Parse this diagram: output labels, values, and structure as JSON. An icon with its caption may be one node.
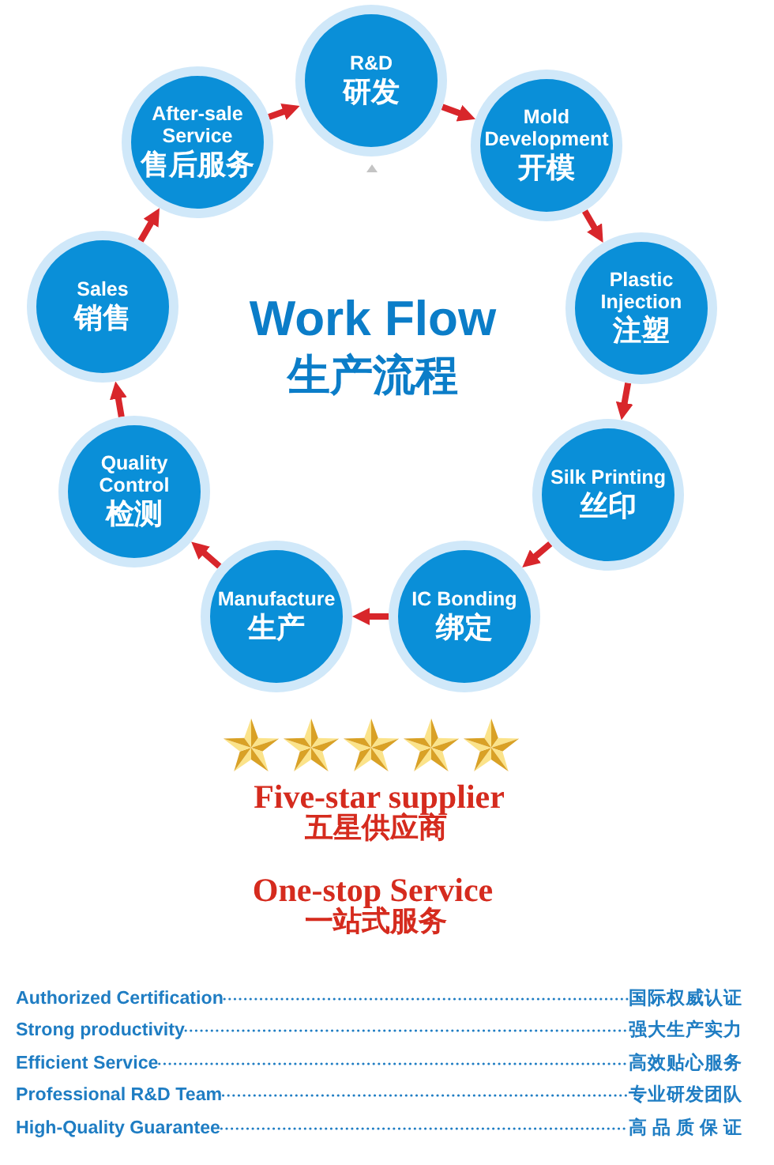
{
  "diagram": {
    "title": "Work Flow",
    "nodes": [
      {
        "text": [
          "R&D",
          "研发"
        ]
      },
      {
        "text": [
          "Mold Development",
          "开模"
        ]
      },
      {
        "text": [
          "Plastic Injection",
          "注塑"
        ]
      },
      {
        "text": [
          "Silk Printing",
          "丝印"
        ]
      },
      {
        "text": [
          "IC Bonding",
          "绑定"
        ]
      },
      {
        "text": [
          "Manufacture",
          "生产"
        ]
      },
      {
        "text": [
          "Quality Control",
          "检测"
        ]
      },
      {
        "text": [
          "Sales",
          "销售"
        ]
      },
      {
        "text": [
          "After-sale Service",
          "售后服务"
        ]
      },
      {
        "text": [
          "Authorized Certification"
        ]
      },
      {
        "text": [
          "国际权威认证"
        ]
      },
      {
        "text": [
          "Strong productivity"
        ]
      },
      {
        "text": [
          "强大生产实力"
        ]
      },
      {
        "text": [
          "Efficient Service"
        ]
      },
      {
        "text": [
          "高效贴心服务"
        ]
      },
      {
        "text": [
          "Professional R&D Team"
        ]
      },
      {
        "text": [
          "专业研发团队"
        ]
      },
      {
        "text": [
          "High-Quality Guarantee"
        ]
      },
      {
        "text": [
          "高品质保证"
        ]
      }
    ],
    "edges": [
      {
        "from": 0,
        "to": 1,
        "arrow": "to"
      },
      {
        "from": 1,
        "to": 2,
        "arrow": "to"
      },
      {
        "from": 2,
        "to": 3,
        "arrow": "to"
      },
      {
        "from": 3,
        "to": 4,
        "arrow": "to"
      },
      {
        "from": 4,
        "to": 5,
        "arrow": "to"
      },
      {
        "from": 5,
        "to": 6,
        "arrow": "to"
      },
      {
        "from": 6,
        "to": 7,
        "arrow": "to"
      },
      {
        "from": 7,
        "to": 8,
        "arrow": "to"
      },
      {
        "from": 8,
        "to": 0,
        "arrow": "to"
      },
      {
        "from": 9,
        "to": 10,
        "arrow": "none",
        "style": "dashed",
        "color": "#1f7dc3"
      },
      {
        "from": 11,
        "to": 12,
        "arrow": "none",
        "style": "dashed",
        "color": "#1f7dc3"
      },
      {
        "from": 13,
        "to": 14,
        "arrow": "none",
        "style": "dashed",
        "color": "#1f7dc3"
      },
      {
        "from": 15,
        "to": 16,
        "arrow": "none",
        "style": "dashed",
        "color": "#1f7dc3"
      },
      {
        "from": 17,
        "to": 18,
        "arrow": "none",
        "style": "dashed",
        "color": "#1f7dc3"
      }
    ],
    "labels": [
      "生产流程",
      "Five-star supplier",
      "五星供应商",
      "One-stop Service",
      "一站式服务"
    ]
  }
}
